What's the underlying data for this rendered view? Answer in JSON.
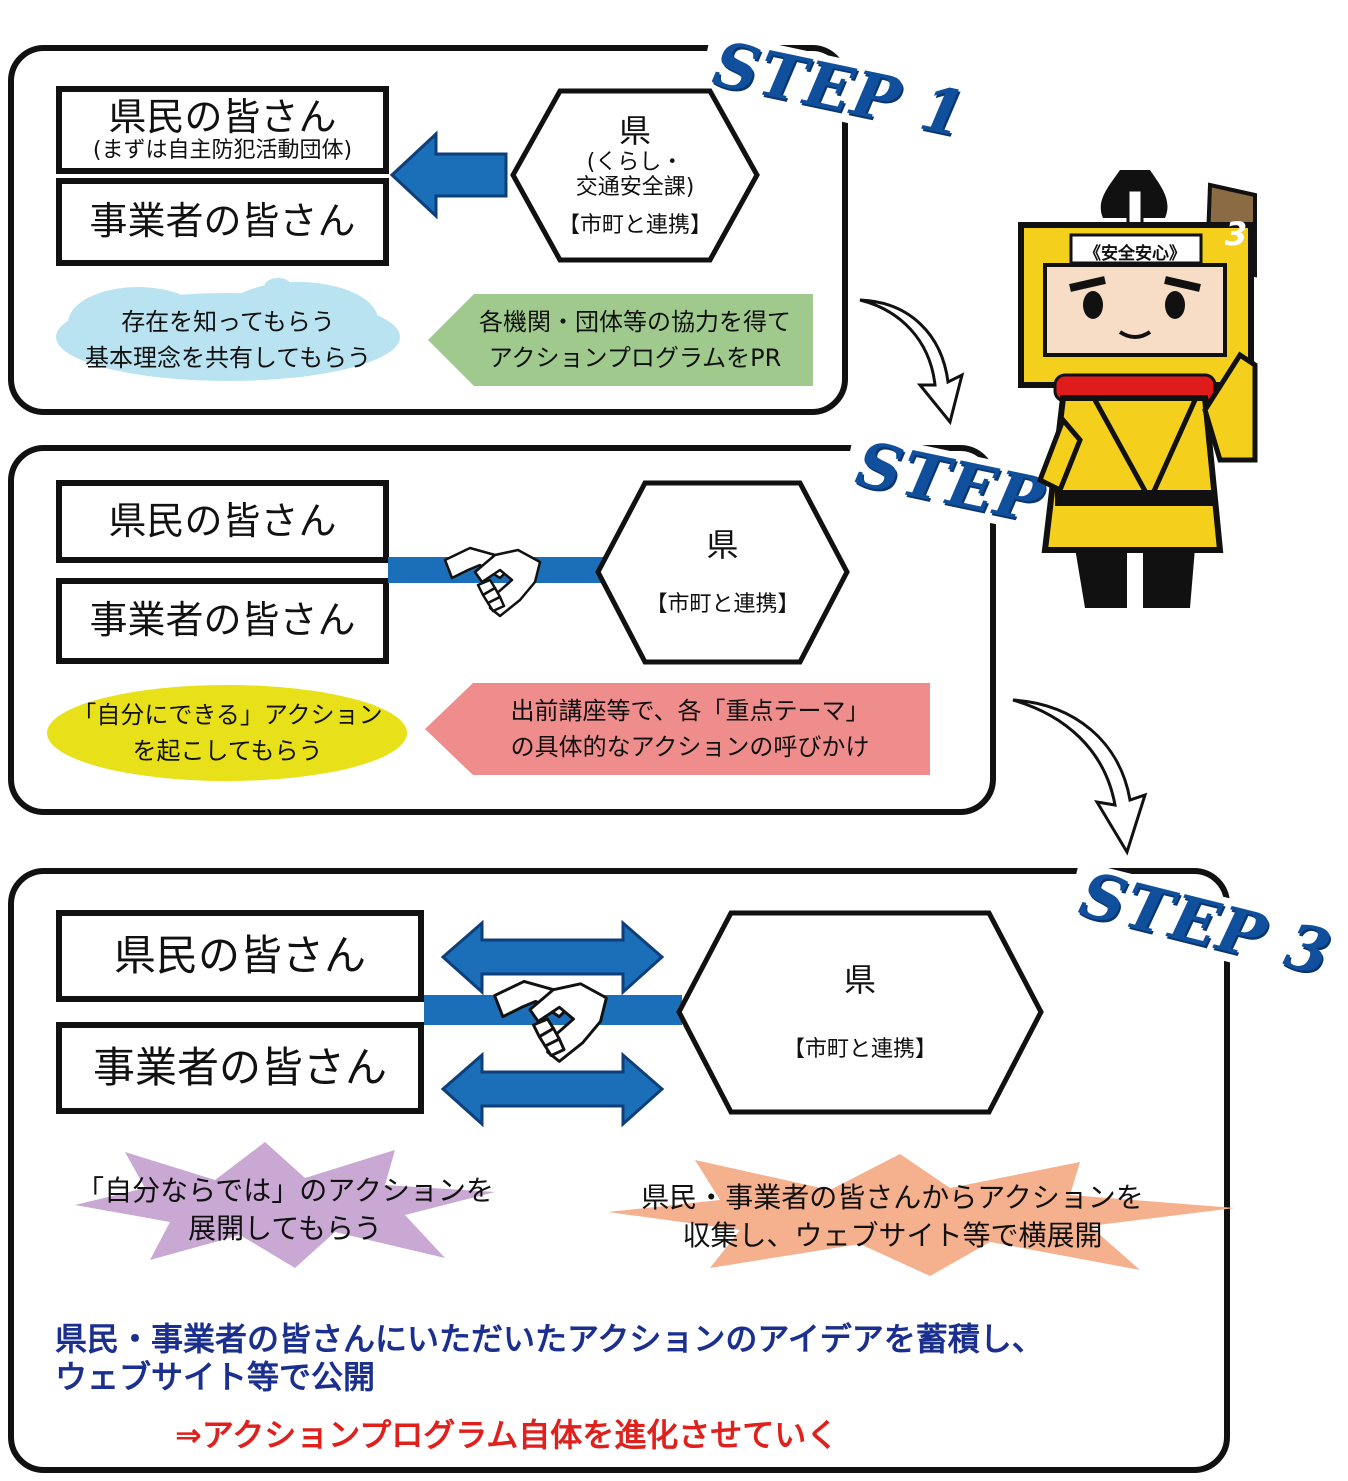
{
  "step1": {
    "label": "STEP 1",
    "residents": "県民の皆さん",
    "residents_note": "(まずは自主防犯活動団体)",
    "businesses": "事業者の皆さん",
    "prefecture": "県",
    "department_line1": "(くらし・",
    "department_line2": "交通安全課)",
    "cooperation": "【市町と連携】",
    "cloud_line1": "存在を知ってもらう",
    "cloud_line2": "基本理念を共有してもらう",
    "banner_line1": "各機関・団体等の協力を得て",
    "banner_line2": "アクションプログラムをPR"
  },
  "step2": {
    "label": "STEP 2",
    "residents": "県民の皆さん",
    "businesses": "事業者の皆さん",
    "prefecture": "県",
    "cooperation": "【市町と連携】",
    "ellipse_line1": "「自分にできる」アクション",
    "ellipse_line2": "を起こしてもらう",
    "banner_line1": "出前講座等で、各「重点テーマ」",
    "banner_line2": "の具体的なアクションの呼びかけ"
  },
  "step3": {
    "label": "STEP 3",
    "residents": "県民の皆さん",
    "businesses": "事業者の皆さん",
    "prefecture": "県",
    "cooperation": "【市町と連携】",
    "burst1_line1": "「自分ならでは」のアクションを",
    "burst1_line2": "展開してもらう",
    "burst2_line1": "県民・事業者の皆さんからアクションを",
    "burst2_line2": "収集し、ウェブサイト等で横展開",
    "summary_line1": "県民・事業者の皆さんにいただいたアクションのアイデアを蓄積し、",
    "summary_line2": "ウェブサイト等で公開",
    "conclusion": "⇒アクションプログラム自体を進化させていく"
  },
  "mascot": {
    "headband": "《安全安心》",
    "sign": "3"
  },
  "colors": {
    "step_blue": "#0f4f9c",
    "arrow_blue": "#1a6fb8",
    "cloud": "#b9e3f0",
    "banner_green": "#9fc98d",
    "ellipse_yellow": "#e8e11a",
    "banner_pink": "#ef8c8c",
    "burst_purple": "#c9a8d4",
    "burst_orange": "#f5b08e",
    "summary_blue": "#1b2f8f",
    "conclusion_red": "#e0201c",
    "mascot_yellow": "#f4cf1c"
  }
}
